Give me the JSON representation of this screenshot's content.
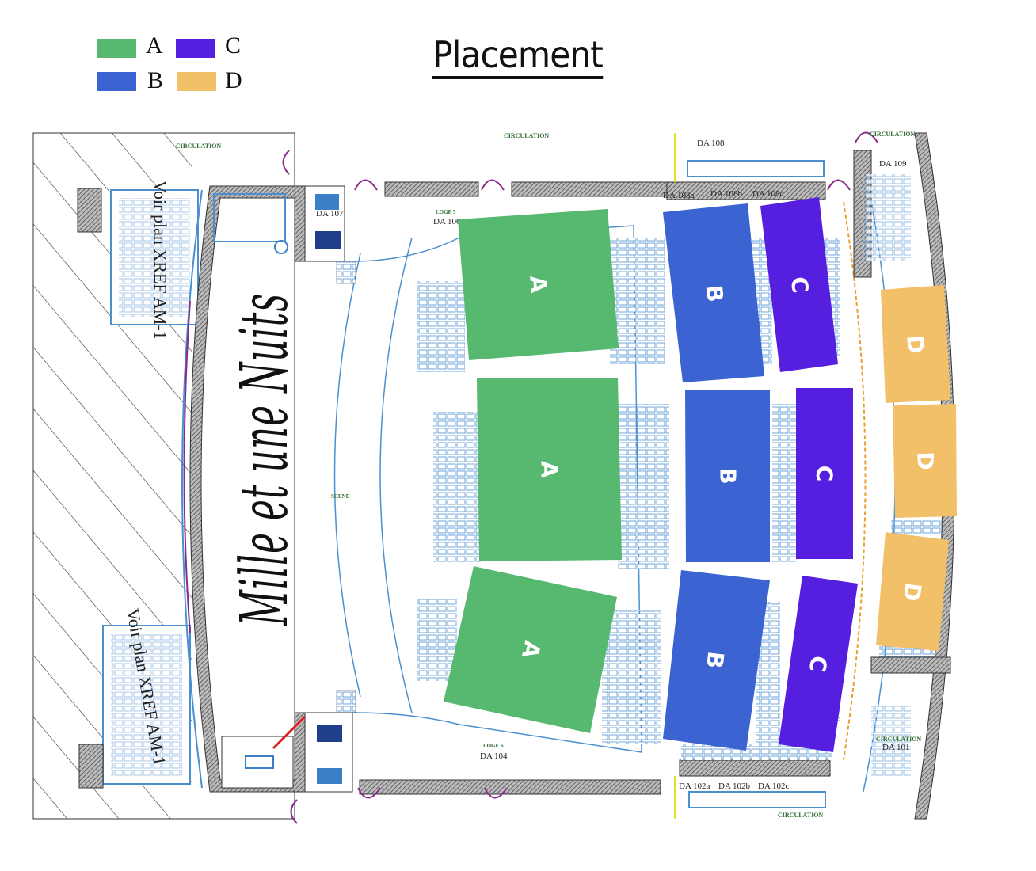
{
  "title": "Placement",
  "legend": [
    {
      "label": "A",
      "color": "#57b870"
    },
    {
      "label": "B",
      "color": "#3b63d2"
    },
    {
      "label": "C",
      "color": "#561fe0"
    },
    {
      "label": "D",
      "color": "#f3c06a"
    }
  ],
  "plan": {
    "show_name": "Mille et une Nuits",
    "stage_label": "SCENE",
    "circulation_label": "CIRCULATION",
    "voir_plan_top": "Voir plan XREF AM-1",
    "voir_plan_bottom": "Voir plan XREF AM-1",
    "rooms": {
      "da107": "DA 107",
      "da106": "DA 106",
      "loge5": "LOGE 5",
      "da108": "DA 108",
      "da108a": "DA 108a",
      "da108b": "DA 108b",
      "da108c": "DA 108c",
      "da109": "DA 109",
      "da104": "DA 104",
      "loge6": "LOGE 6",
      "da102a": "DA 102a",
      "da102b": "DA 102b",
      "da102c": "DA 102c",
      "da101": "DA 101"
    }
  },
  "blocks": [
    {
      "category": "A"
    },
    {
      "category": "A"
    },
    {
      "category": "A"
    },
    {
      "category": "B"
    },
    {
      "category": "B"
    },
    {
      "category": "B"
    },
    {
      "category": "C"
    },
    {
      "category": "C"
    },
    {
      "category": "C"
    },
    {
      "category": "D"
    },
    {
      "category": "D"
    },
    {
      "category": "D"
    }
  ]
}
